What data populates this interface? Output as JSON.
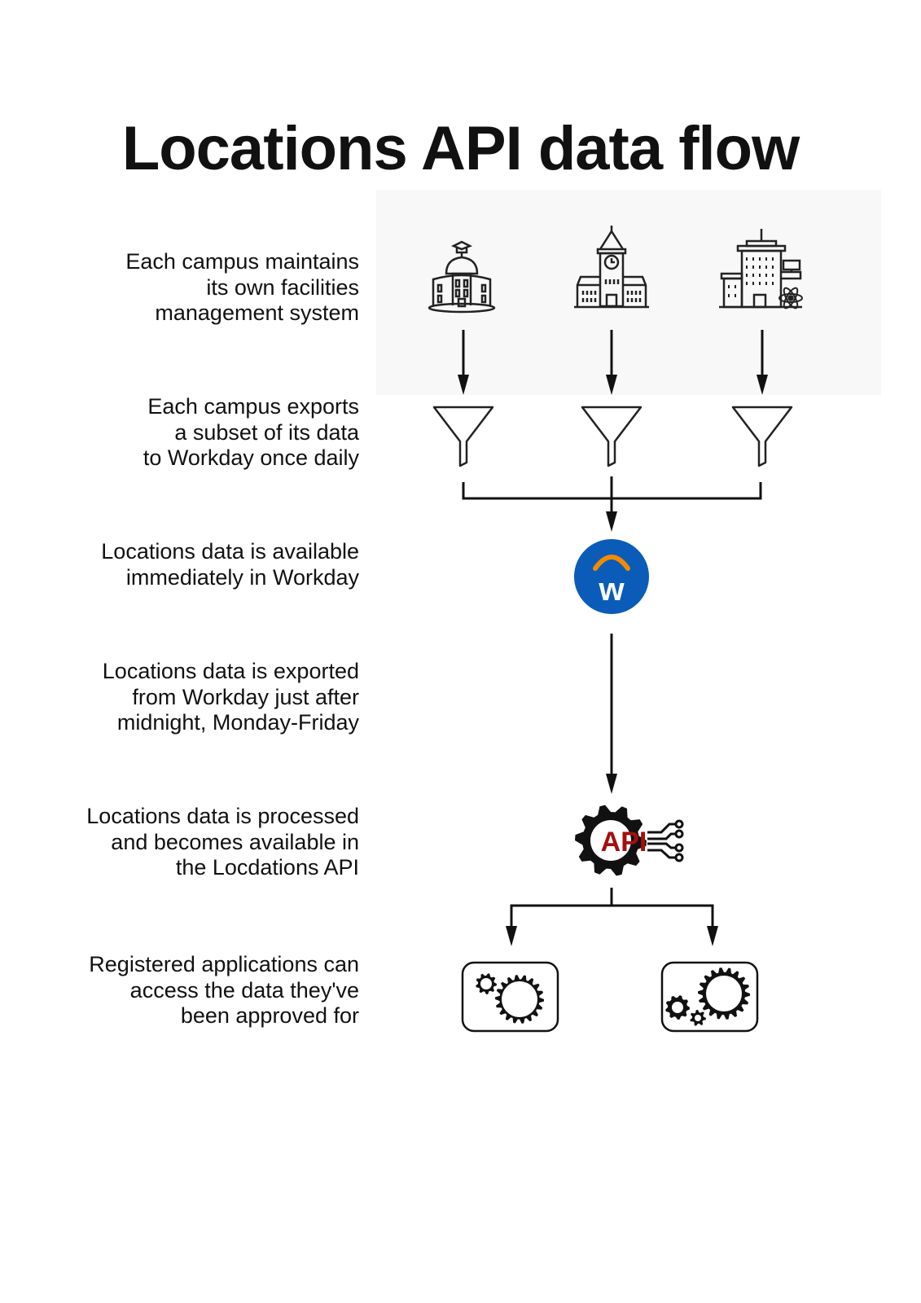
{
  "title": "Locations API data flow",
  "steps": [
    {
      "lines": [
        "Each campus maintains",
        "its own facilities",
        "management system"
      ]
    },
    {
      "lines": [
        "Each campus exports",
        "a subset of its data",
        "to Workday once daily"
      ]
    },
    {
      "lines": [
        "Locations data is available",
        "immediately in Workday"
      ]
    },
    {
      "lines": [
        "Locations data  is exported",
        "from Workday just after",
        "midnight, Monday-Friday"
      ]
    },
    {
      "lines": [
        "Locations data  is processed",
        "and becomes available in",
        "the Locdations API"
      ]
    },
    {
      "lines": [
        "Registered applications can",
        "access the data they've",
        "been approved for"
      ]
    }
  ],
  "icons": {
    "campuses": [
      "university-dome-icon",
      "clock-tower-icon",
      "science-building-icon"
    ],
    "filter": "funnel-icon",
    "workday": {
      "name": "workday-logo",
      "letter": "w",
      "color": "#0a5cb8",
      "arc_color": "#f38b00"
    },
    "api": {
      "name": "api-gear-icon",
      "label": "API",
      "label_color": "#a50e0e"
    },
    "apps": [
      "application-gears-icon",
      "application-gears-icon"
    ]
  }
}
